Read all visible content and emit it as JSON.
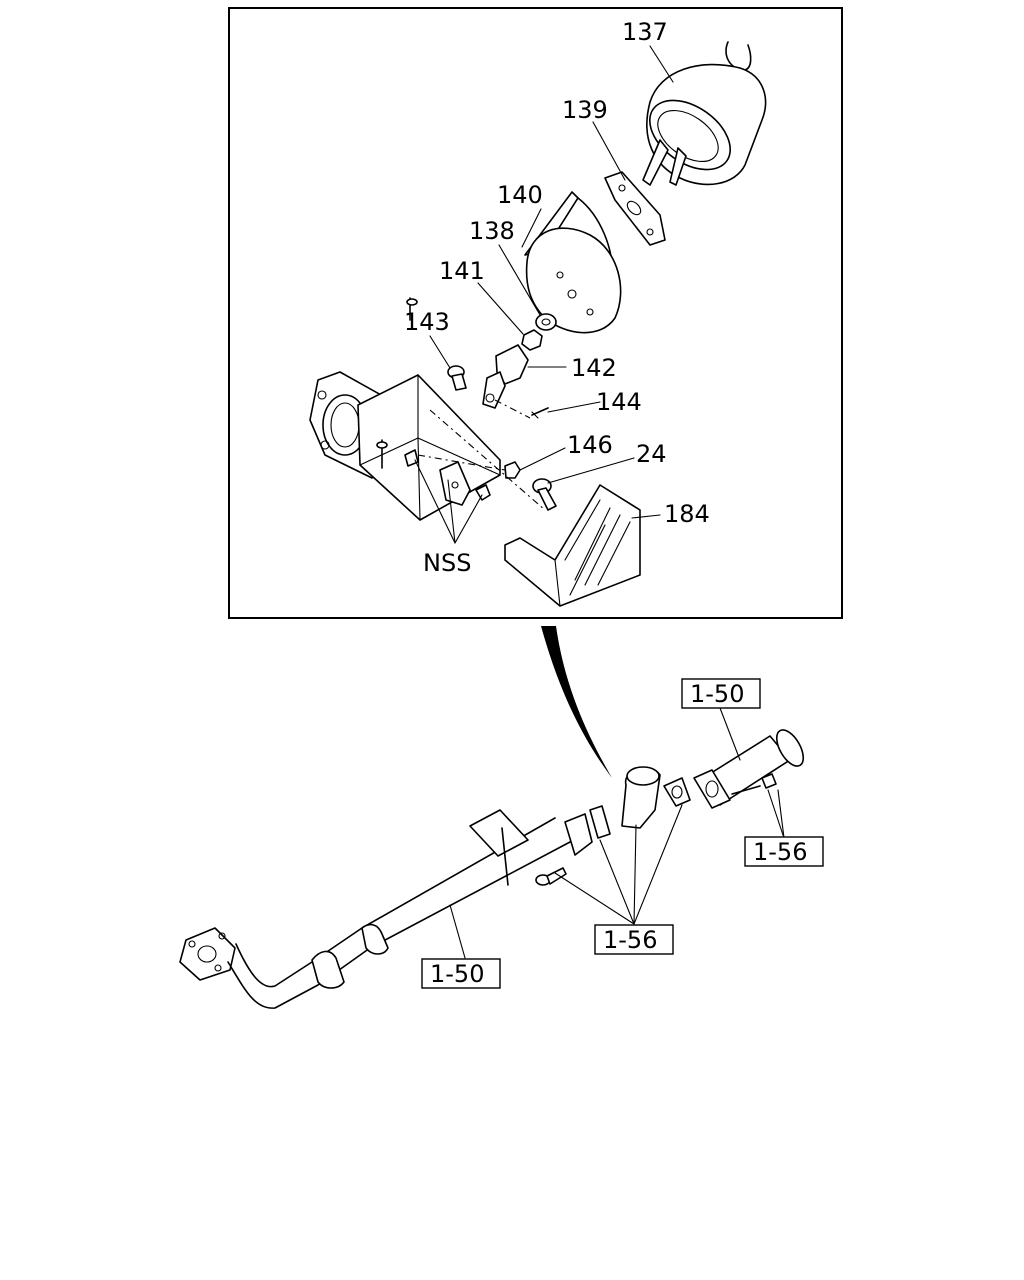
{
  "callouts": {
    "c137": "137",
    "c139": "139",
    "c140": "140",
    "c138": "138",
    "c141": "141",
    "c143": "143",
    "c142": "142",
    "c144": "144",
    "c146": "146",
    "c24": "24",
    "c184": "184",
    "nss": "NSS"
  },
  "references": {
    "ref_pipe_upper": "1-50",
    "ref_pipe_lower": "1-50",
    "ref_fastener_right": "1-56",
    "ref_fastener_center": "1-56"
  }
}
